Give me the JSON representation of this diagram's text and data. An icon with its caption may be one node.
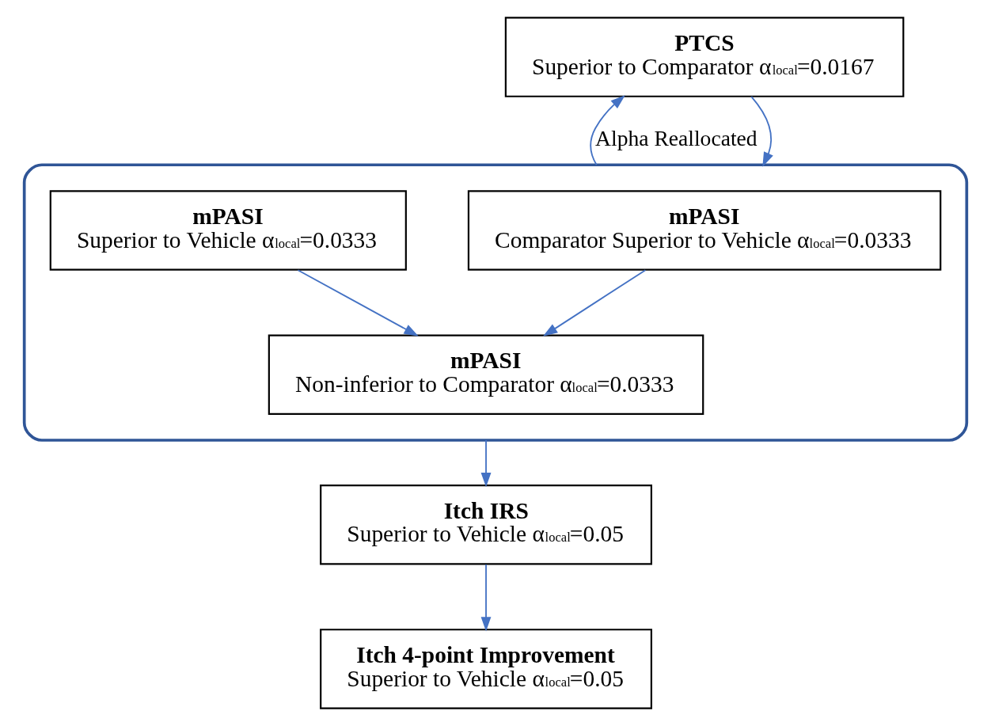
{
  "diagram": {
    "nodes": [
      {
        "text": [
          "PTCS",
          "Superior to Comparator α$_{local}$=0.0167"
        ]
      },
      {
        "text": [],
        "shape": "box"
      },
      {
        "text": [
          "mPASI",
          "Comparator Superior to Vehicle α$_{local}$=0.0333"
        ],
        "in": 1
      },
      {
        "text": [
          "mPASI",
          "Superior to Vehicle α$_{local}$=0.0333"
        ],
        "in": 1
      },
      {
        "text": [
          "mPASI",
          "Non-inferior to Comparator α$_{local}$=0.0333"
        ],
        "in": 1
      },
      {
        "text": [
          "Itch IRS",
          "Superior to Vehicle α$_{local}$=0.05"
        ]
      },
      {
        "text": [
          "Itch 4-point Improvement",
          "Superior to Vehicle α$_{local}$=0.05"
        ]
      }
    ],
    "edges": [
      {
        "from": 1,
        "to": 0,
        "arrow": "to",
        "label": "Alpha Reallocated"
      },
      {
        "from": 0,
        "to": 1,
        "arrow": "to"
      },
      {
        "from": 2,
        "to": 4,
        "arrow": "to"
      },
      {
        "from": 3,
        "to": 4,
        "arrow": "to"
      },
      {
        "from": 1,
        "to": 5,
        "arrow": "to"
      },
      {
        "from": 5,
        "to": 6,
        "arrow": "to"
      }
    ]
  }
}
